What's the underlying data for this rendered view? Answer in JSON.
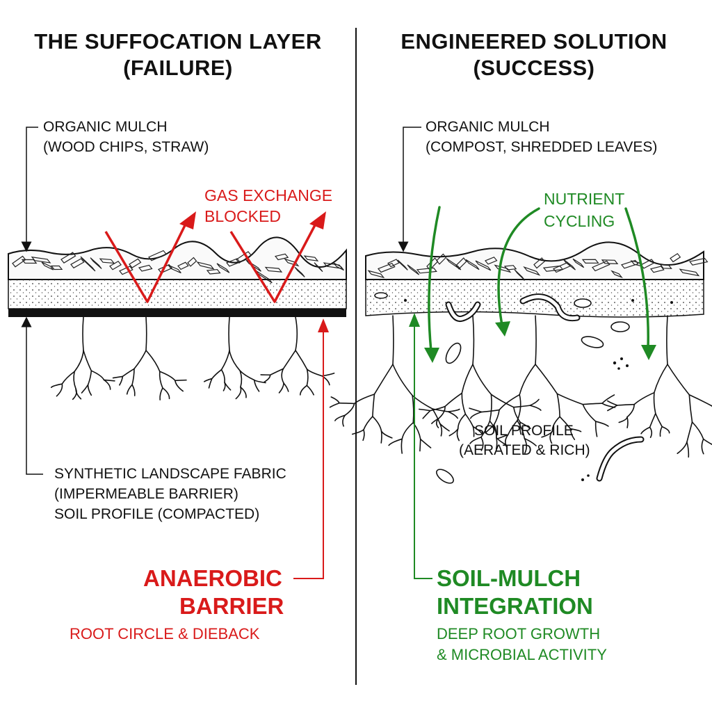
{
  "colors": {
    "failure": "#d91a1a",
    "success": "#1f8a24",
    "ink": "#111111"
  },
  "failure": {
    "title_1": "THE SUFFOCATION LAYER",
    "title_2": "(FAILURE)",
    "mulch_label_1": "ORGANIC MULCH",
    "mulch_label_2": "(WOOD CHIPS, STRAW)",
    "gas_label_1": "GAS EXCHANGE",
    "gas_label_2": "BLOCKED",
    "fabric_label_1": "SYNTHETIC LANDSCAPE FABRIC",
    "fabric_label_2": "(IMPERMEABLE BARRIER)",
    "fabric_label_3": "SOIL PROFILE (COMPACTED)",
    "result_1": "ANAEROBIC",
    "result_2": "BARRIER",
    "result_sub": "ROOT CIRCLE & DIEBACK"
  },
  "success": {
    "title_1": "ENGINEERED SOLUTION",
    "title_2": "(SUCCESS)",
    "mulch_label_1": "ORGANIC MULCH",
    "mulch_label_2": "(COMPOST, SHREDDED LEAVES)",
    "nutrient_1": "NUTRIENT",
    "nutrient_2": "CYCLING",
    "soil_label_1": "SOIL PROFILE",
    "soil_label_2": "(AERATED & RICH)",
    "result_1": "SOIL-MULCH",
    "result_2": "INTEGRATION",
    "result_sub_1": "DEEP ROOT GROWTH",
    "result_sub_2": "& MICROBIAL ACTIVITY"
  }
}
